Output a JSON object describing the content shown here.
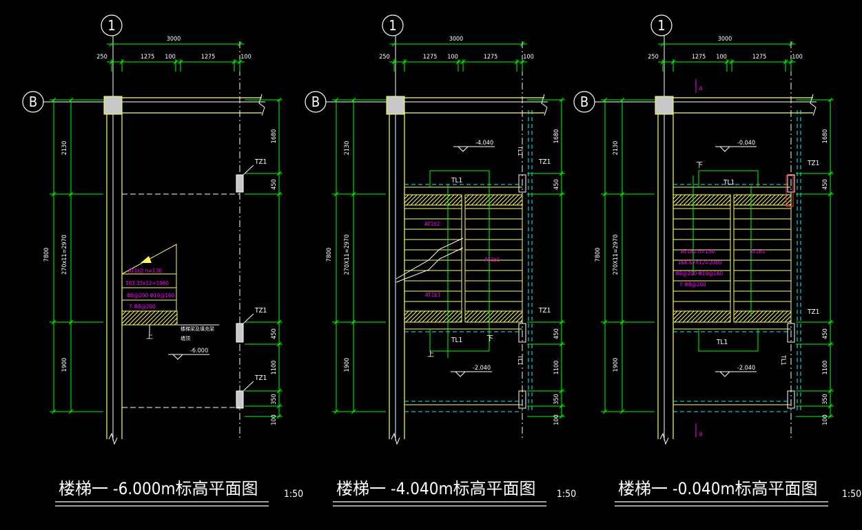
{
  "colors": {
    "background": "#000000",
    "wall": "#ffff66",
    "dimension": "#00ff00",
    "axis_line": "#ffffff",
    "hidden": "#00ffff",
    "annotation": "#ff00ff",
    "marker": "#ff3333",
    "column": "#c8c8c8"
  },
  "plans": [
    {
      "axis_v": "1",
      "axis_h": "B",
      "dims_top": [
        "3000",
        "250",
        "1275",
        "100",
        "1275",
        "100"
      ],
      "dims_left": [
        "2130",
        "7800",
        "270x11=2970",
        "1900"
      ],
      "dims_right": [
        "1680",
        "450",
        "450",
        "1100",
        "350",
        "100"
      ],
      "elev_labels": [
        "-6.000"
      ],
      "member_labels": [
        "TZ1",
        "TZ1",
        "TZ1"
      ],
      "notes": [
        "AT1b2 h=130",
        "163.33x12=1960",
        "Φ8@200 Φ10@160",
        "F Φ8@200",
        "上",
        "楼梯梁及填充梁",
        "墙顶"
      ],
      "title": "楼梯一 -6.000m标高平面图",
      "scale": "1:50"
    },
    {
      "axis_v": "1",
      "axis_h": "B",
      "dims_top": [
        "3000",
        "250",
        "1275",
        "100",
        "1275",
        "100"
      ],
      "dims_left": [
        "2130",
        "7800",
        "270X11=2970",
        "1900"
      ],
      "dims_right": [
        "1680",
        "450",
        "450",
        "1100",
        "350",
        "100"
      ],
      "elev_labels": [
        "-4.040",
        "-2.040"
      ],
      "member_labels": [
        "TZ1",
        "TZ1",
        "TL1",
        "TL1",
        "TL1",
        "TL1"
      ],
      "notes": [
        "AT1b2",
        "AT1b1",
        "AT1b1",
        "上",
        "下"
      ],
      "title": "楼梯一 -4.040m标高平面图",
      "scale": "1:50"
    },
    {
      "axis_v": "1",
      "axis_h": "B",
      "dims_top": [
        "3000",
        "250",
        "1275",
        "100",
        "1275",
        "100"
      ],
      "dims_left": [
        "2130",
        "7800",
        "270X11=2970",
        "1900"
      ],
      "dims_right": [
        "1680",
        "450",
        "450",
        "1100",
        "350",
        "100"
      ],
      "elev_labels": [
        "-0.040",
        "-2.040"
      ],
      "member_labels": [
        "TZ1",
        "TZ1",
        "TL1",
        "TL1",
        "TL1"
      ],
      "notes": [
        "AT1b1 h=130",
        "166.67X12=2000",
        "Φ8@200 Φ10@160",
        "F Φ8@200",
        "AT1b1",
        "下",
        "a",
        "a"
      ],
      "title": "楼梯一 -0.040m标高平面图",
      "scale": "1:50"
    }
  ]
}
